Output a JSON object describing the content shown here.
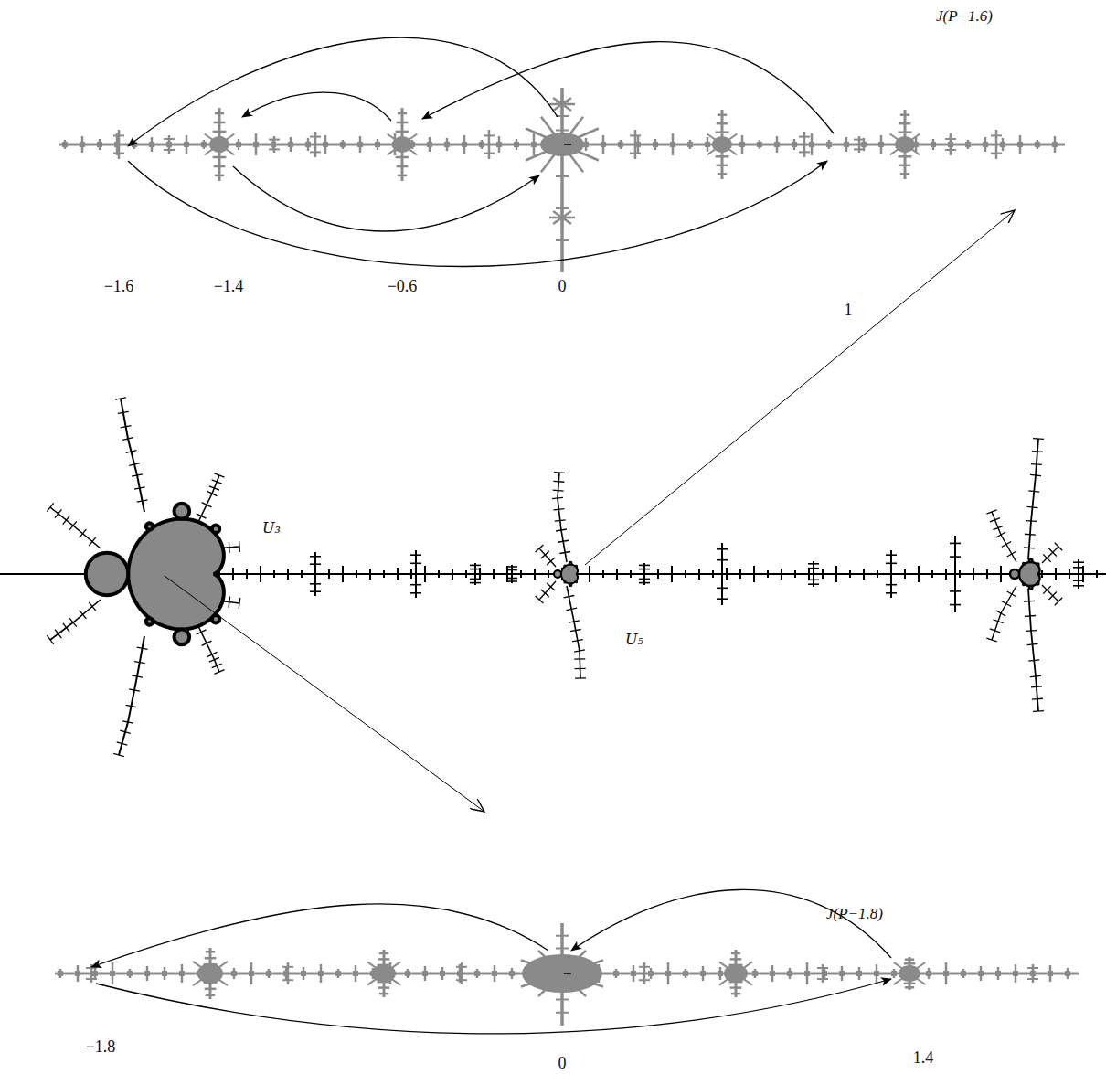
{
  "diagram": {
    "labels": [
      "J(P−1.6)",
      "−1.6",
      "−1.4",
      "−0.6",
      "0",
      "1",
      "U₃",
      "U₅",
      "J(P−1.8)",
      "−1.8",
      "0",
      "1.4"
    ]
  }
}
